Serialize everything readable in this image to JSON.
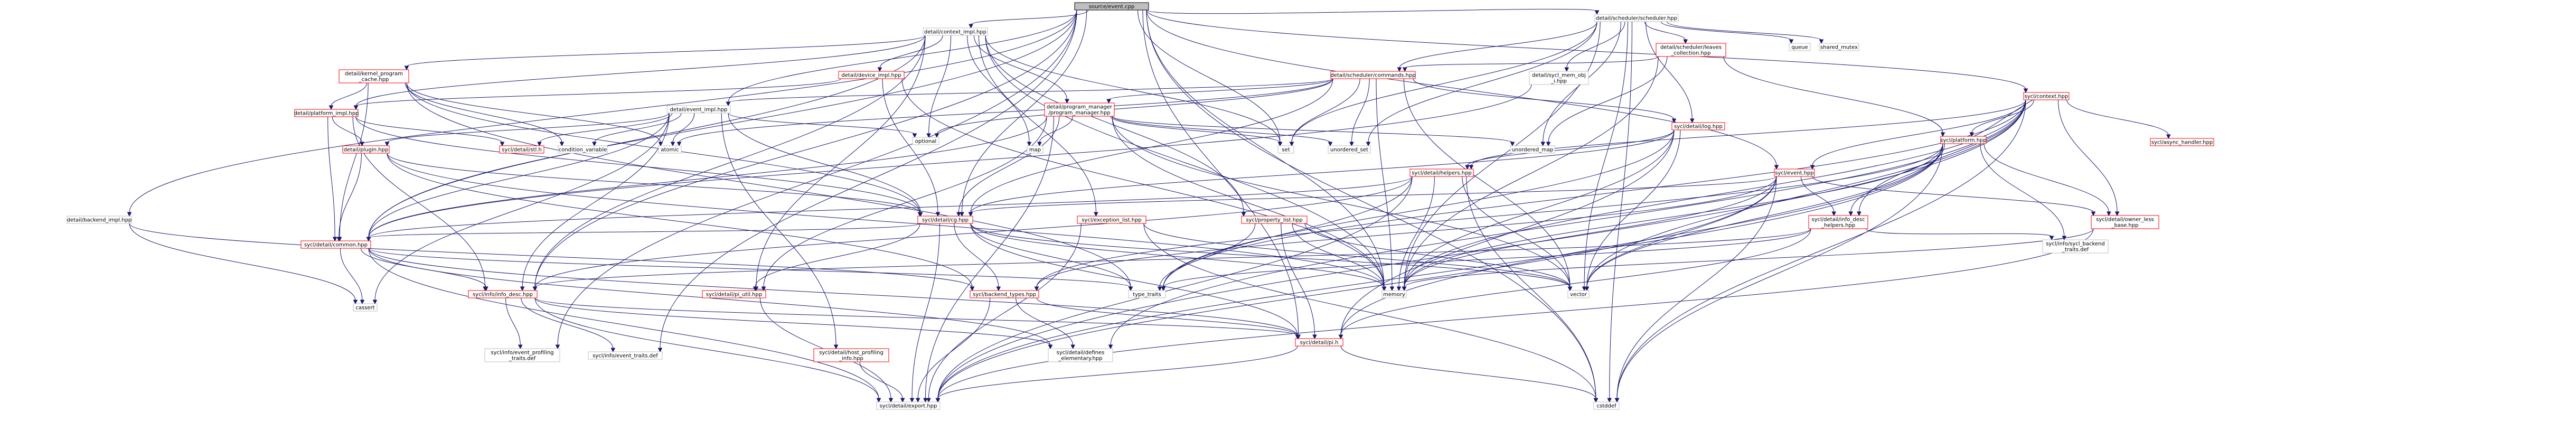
{
  "graph_title": "source/event.cpp",
  "colors": {
    "root_fill": "#bfbfbf",
    "root_stroke": "#000000",
    "node_fill": "#ffffff",
    "link_stroke": "#ff0000",
    "plain_stroke": "#bfbfbf",
    "edge": "#191970"
  },
  "nodes": {
    "root": {
      "lines": [
        "source/event.cpp"
      ],
      "style": "root"
    },
    "scheduler": {
      "lines": [
        "detail/scheduler/scheduler.hpp"
      ],
      "style": "plain"
    },
    "context_impl": {
      "lines": [
        "detail/context_impl.hpp"
      ],
      "style": "plain"
    },
    "event_impl": {
      "lines": [
        "detail/event_impl.hpp"
      ],
      "style": "plain"
    },
    "backend_impl": {
      "lines": [
        "detail/backend_impl.hpp"
      ],
      "style": "plain"
    },
    "leaves": {
      "lines": [
        "detail/scheduler/leaves",
        "_collection.hpp"
      ],
      "style": "link"
    },
    "queue": {
      "lines": [
        "queue"
      ],
      "style": "plain"
    },
    "shared_mutex": {
      "lines": [
        "shared_mutex"
      ],
      "style": "plain"
    },
    "commands": {
      "lines": [
        "detail/scheduler/commands.hpp"
      ],
      "style": "link"
    },
    "mem_obj": {
      "lines": [
        "detail/sycl_mem_obj",
        "_i.hpp"
      ],
      "style": "plain"
    },
    "kernel_program_cache": {
      "lines": [
        "detail/kernel_program",
        "_cache.hpp"
      ],
      "style": "link"
    },
    "device_impl": {
      "lines": [
        "detail/device_impl.hpp"
      ],
      "style": "link"
    },
    "program_manager": {
      "lines": [
        "detail/program_manager",
        "/program_manager.hpp"
      ],
      "style": "link"
    },
    "platform_impl": {
      "lines": [
        "detail/platform_impl.hpp"
      ],
      "style": "link"
    },
    "plugin": {
      "lines": [
        "detail/plugin.hpp"
      ],
      "style": "link"
    },
    "stl": {
      "lines": [
        "sycl/detail/stl.h"
      ],
      "style": "link"
    },
    "condition_variable": {
      "lines": [
        "condition_variable"
      ],
      "style": "plain"
    },
    "atomic": {
      "lines": [
        "atomic"
      ],
      "style": "plain"
    },
    "optional": {
      "lines": [
        "optional"
      ],
      "style": "plain"
    },
    "map": {
      "lines": [
        "map"
      ],
      "style": "plain"
    },
    "set": {
      "lines": [
        "set"
      ],
      "style": "plain"
    },
    "unordered_set": {
      "lines": [
        "unordered_set"
      ],
      "style": "plain"
    },
    "unordered_map": {
      "lines": [
        "unordered_map"
      ],
      "style": "plain"
    },
    "cg": {
      "lines": [
        "sycl/detail/cg.hpp"
      ],
      "style": "link"
    },
    "common": {
      "lines": [
        "sycl/detail/common.hpp"
      ],
      "style": "link"
    },
    "exception_list": {
      "lines": [
        "sycl/exception_list.hpp"
      ],
      "style": "link"
    },
    "property_list": {
      "lines": [
        "sycl/property_list.hpp"
      ],
      "style": "link"
    },
    "helpers": {
      "lines": [
        "sycl/detail/helpers.hpp"
      ],
      "style": "link"
    },
    "detail_log": {
      "lines": [
        "sycl/detail/log.hpp"
      ],
      "style": "link"
    },
    "event_hpp": {
      "lines": [
        "sycl/event.hpp"
      ],
      "style": "link"
    },
    "context_hpp": {
      "lines": [
        "sycl/context.hpp"
      ],
      "style": "link"
    },
    "async_handler": {
      "lines": [
        "sycl/async_handler.hpp"
      ],
      "style": "link"
    },
    "info_desc_helpers": {
      "lines": [
        "sycl/detail/info_desc",
        "_helpers.hpp"
      ],
      "style": "link"
    },
    "owner_less": {
      "lines": [
        "sycl/detail/owner_less",
        "_base.hpp"
      ],
      "style": "link"
    },
    "platform_hpp": {
      "lines": [
        "sycl/platform.hpp"
      ],
      "style": "link"
    },
    "sycl_backend_traits": {
      "lines": [
        "sycl/info/sycl_backend",
        "_traits.def"
      ],
      "style": "plain"
    },
    "cassert": {
      "lines": [
        "cassert"
      ],
      "style": "plain"
    },
    "info_desc": {
      "lines": [
        "sycl/info/info_desc.hpp"
      ],
      "style": "link"
    },
    "pi_util": {
      "lines": [
        "sycl/detail/pi_util.hpp"
      ],
      "style": "link"
    },
    "host_profiling": {
      "lines": [
        "sycl/detail/host_profiling",
        "_info.hpp"
      ],
      "style": "link"
    },
    "backend_types": {
      "lines": [
        "sycl/backend_types.hpp"
      ],
      "style": "link"
    },
    "type_traits": {
      "lines": [
        "type_traits"
      ],
      "style": "plain"
    },
    "memory": {
      "lines": [
        "memory"
      ],
      "style": "plain"
    },
    "vector": {
      "lines": [
        "vector"
      ],
      "style": "plain"
    },
    "event_profiling_traits": {
      "lines": [
        "sycl/info/event_profiling",
        "_traits.def"
      ],
      "style": "plain"
    },
    "event_traits": {
      "lines": [
        "sycl/info/event_traits.def"
      ],
      "style": "plain"
    },
    "defines_elementary": {
      "lines": [
        "sycl/detail/defines",
        "_elementary.hpp"
      ],
      "style": "plain"
    },
    "pi_h": {
      "lines": [
        "sycl/detail/pi.h"
      ],
      "style": "link"
    },
    "export": {
      "lines": [
        "sycl/detail/export.hpp"
      ],
      "style": "plain"
    },
    "cstddef": {
      "lines": [
        "cstddef"
      ],
      "style": "plain"
    }
  }
}
